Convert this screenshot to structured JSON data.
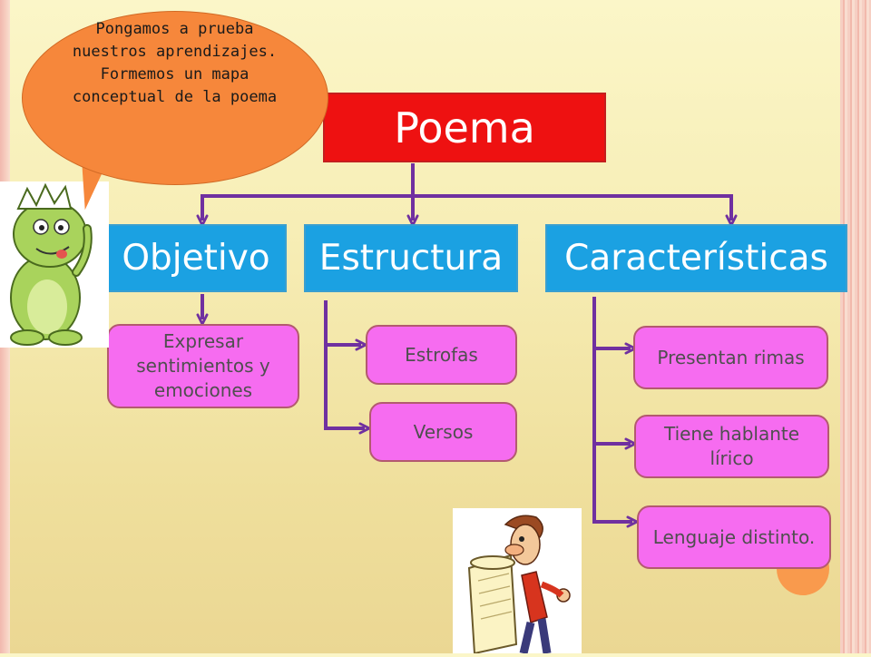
{
  "speech_bubble": {
    "text": "Pongamos a prueba nuestros aprendizajes. Formemos un mapa conceptual de la poema"
  },
  "concept_map": {
    "root": "Poema",
    "branches": [
      {
        "label": "Objetivo",
        "children": [
          "Expresar sentimientos y emociones"
        ]
      },
      {
        "label": "Estructura",
        "children": [
          "Estrofas",
          "Versos"
        ]
      },
      {
        "label": "Características",
        "children": [
          "Presentan rimas",
          "Tiene hablante lírico",
          "Lenguaje distinto."
        ]
      }
    ]
  },
  "colors": {
    "root_fill": "#ee1111",
    "branch_fill": "#1ba1e2",
    "leaf_fill": "#f66cf0",
    "connector": "#7030a0",
    "bubble_fill": "#f6873b"
  },
  "illustrations": {
    "left": "dinosaur-cartoon",
    "bottom": "man-with-scroll-cartoon"
  }
}
